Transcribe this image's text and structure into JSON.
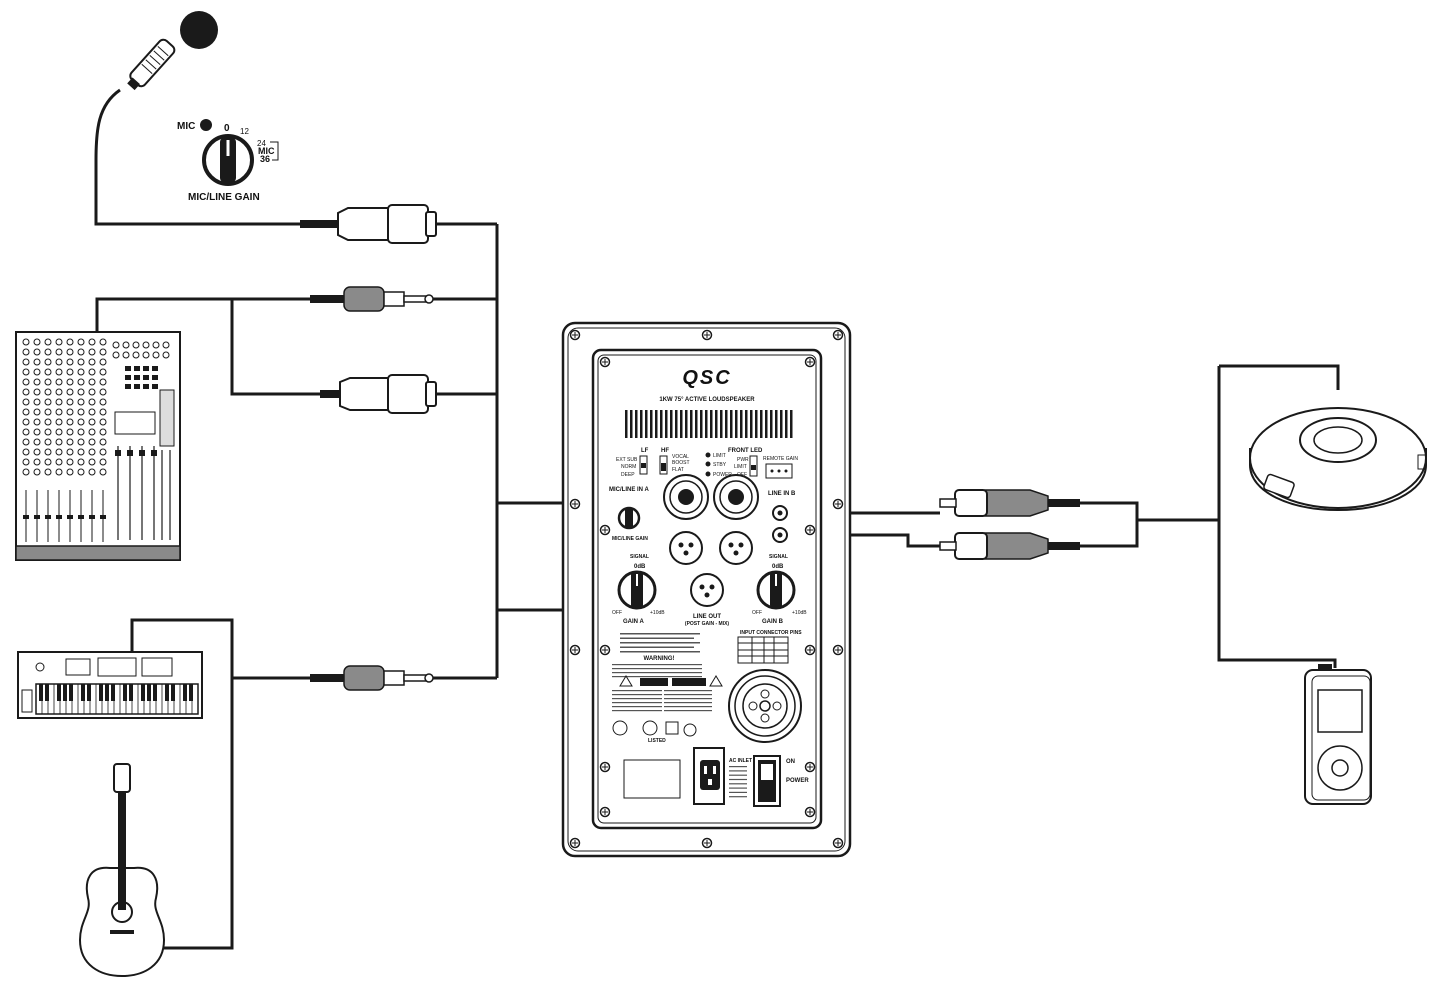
{
  "gain_knob": {
    "mic_label": "MIC",
    "tick_0": "0",
    "tick_12": "12",
    "tick_24": "24",
    "mic36_a": "MIC",
    "mic36_b": "36",
    "title": "MIC/LINE GAIN"
  },
  "speaker": {
    "brand": "QSC",
    "model": "1KW 75° ACTIVE LOUDSPEAKER",
    "lf": "LF",
    "hf": "HF",
    "ext_sub": "EXT SUB",
    "norm": "NORM",
    "deep": "DEEP",
    "vocal_boost_a": "VOCAL",
    "vocal_boost_b": "BOOST",
    "flat": "FLAT",
    "front_led": "FRONT LED",
    "limit": "LIMIT",
    "stby": "STBY",
    "power_led": "POWER",
    "pwr": "PWR",
    "limit_sw": "LIMIT",
    "off_sw": "OFF",
    "remote_gain": "REMOTE GAIN",
    "mic_line_in_a": "MIC/LINE IN A",
    "line_in_b": "LINE IN B",
    "mic_line_gain": "MIC/LINE GAIN",
    "signal_a": "SIGNAL",
    "signal_b": "SIGNAL",
    "odb_a": "0dB",
    "odb_b": "0dB",
    "off_a": "OFF",
    "plus10_a": "+10dB",
    "off_b": "OFF",
    "plus10_b": "+10dB",
    "gain_a": "GAIN A",
    "gain_b": "GAIN B",
    "line_out": "LINE OUT",
    "line_out_sub": "(POST GAIN - MIX)",
    "warning": "WARNING!",
    "input_pins": "INPUT CONNECTOR PINS",
    "listed": "LISTED",
    "ac_inlet": "AC INLET",
    "on": "ON",
    "power": "POWER"
  }
}
